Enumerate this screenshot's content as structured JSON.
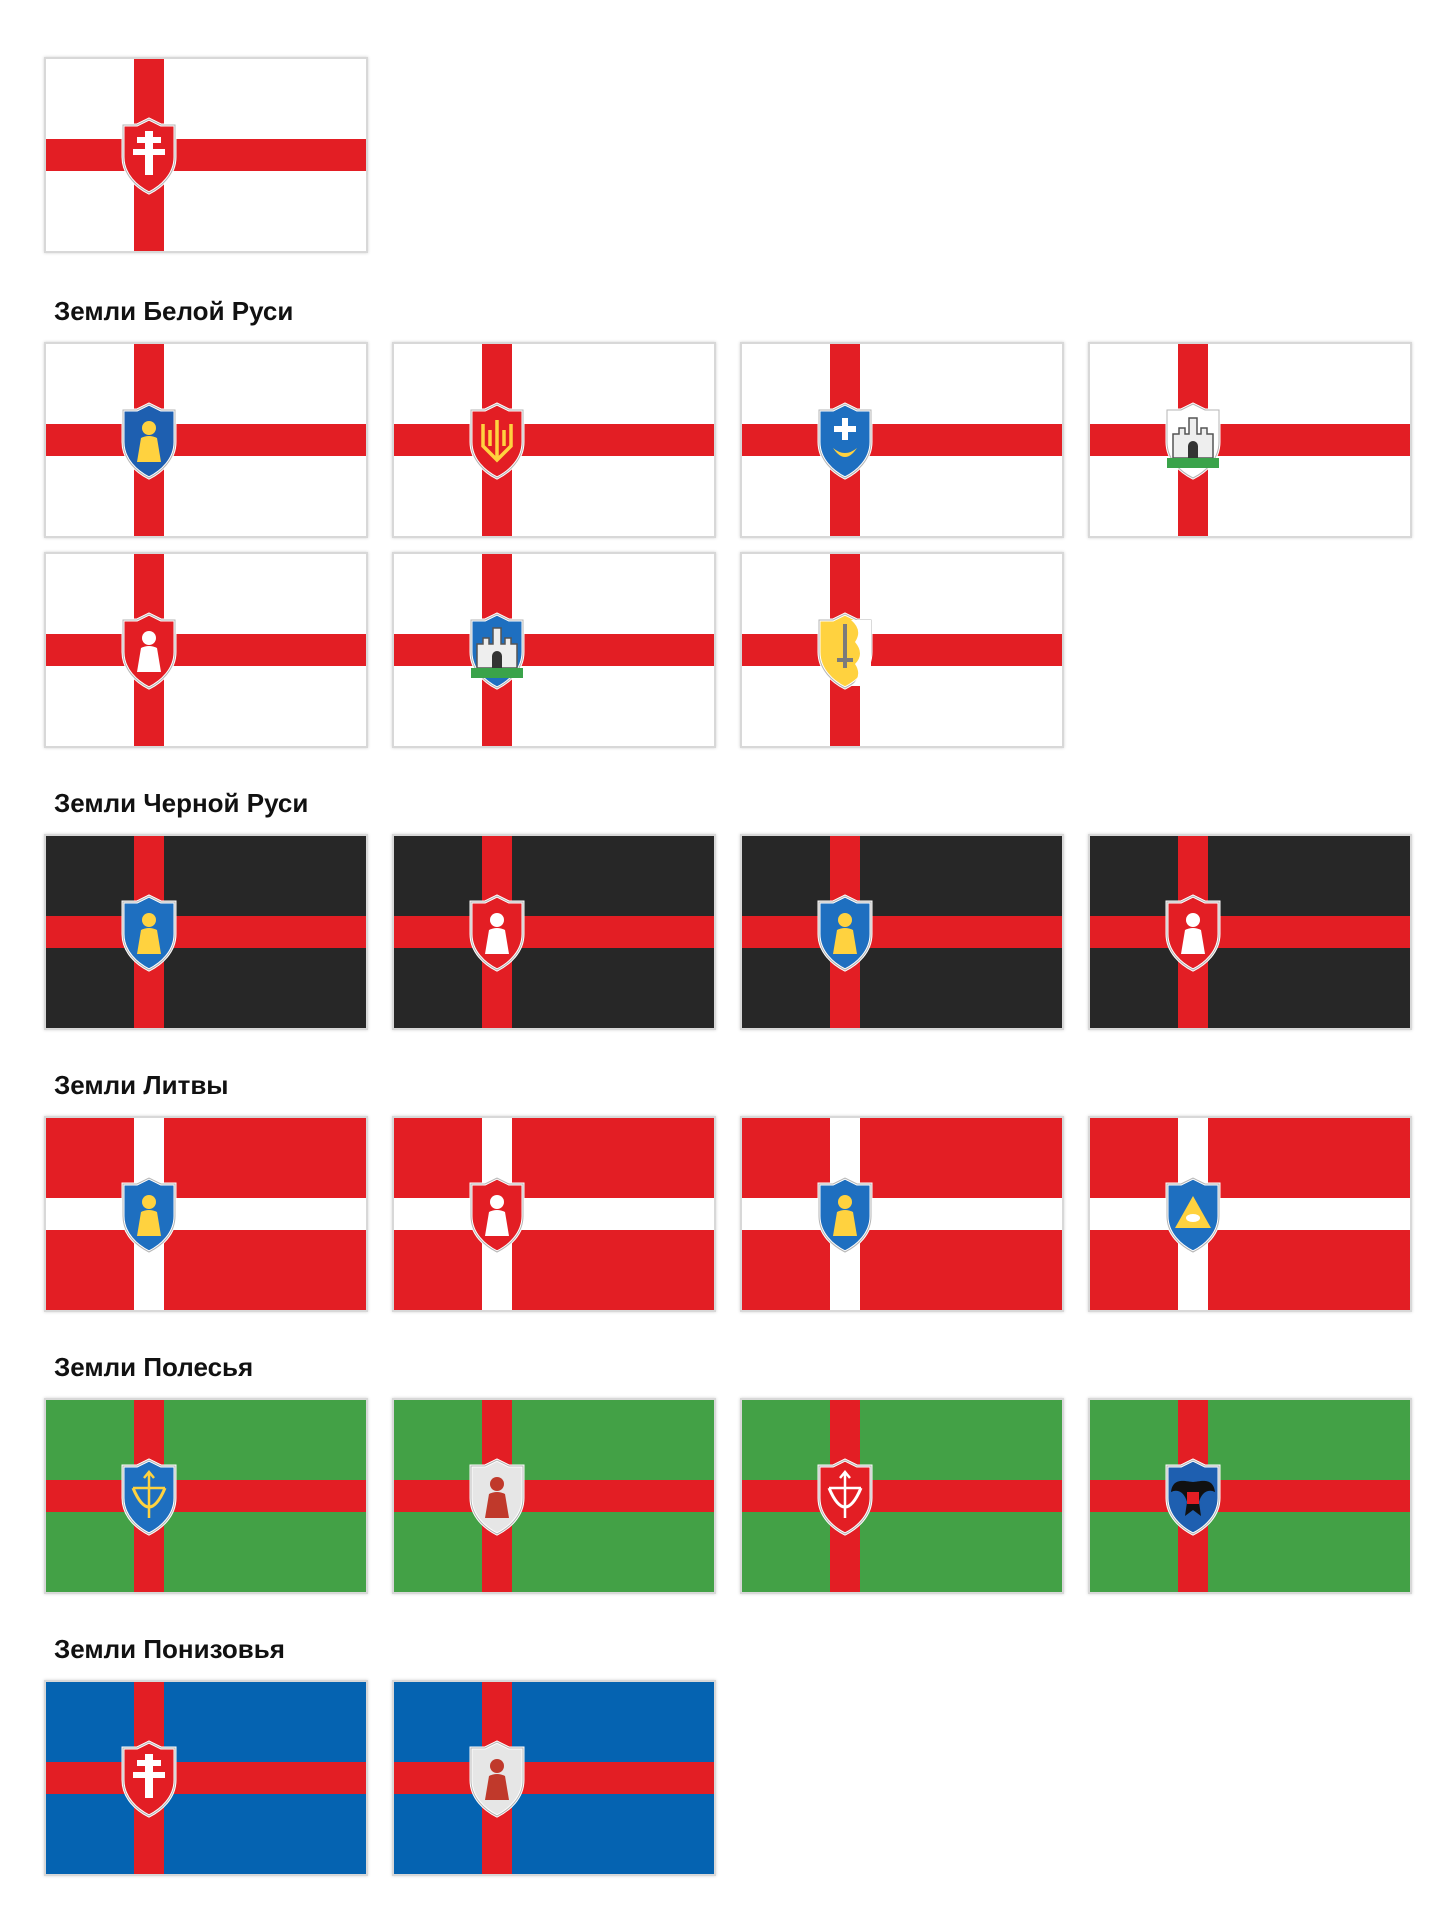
{
  "colors": {
    "white": "#ffffff",
    "red": "#e31e24",
    "black": "#272727",
    "green": "#43a146",
    "blue": "#0563b1"
  },
  "main_flag": {
    "field": "white",
    "cross": "red",
    "emblem_bg": "#e31e24",
    "emblem_icon": "double-cross-icon"
  },
  "sections": [
    {
      "title": "Земли Белой Руси",
      "field": "white",
      "cross": "red",
      "flags": [
        {
          "emblem_bg": "#1e5fb0",
          "emblem_icon": "saint-head-icon"
        },
        {
          "emblem_bg": "#e31e24",
          "emblem_icon": "trident-icon"
        },
        {
          "emblem_bg": "#1e6fc0",
          "emblem_icon": "cross-crescent-icon"
        },
        {
          "emblem_bg": "#ffffff",
          "emblem_icon": "castle-saint-icon"
        },
        {
          "emblem_bg": "#e31e24",
          "emblem_icon": "lion-spear-icon"
        },
        {
          "emblem_bg": "#1e6fc0",
          "emblem_icon": "castle-gate-icon"
        },
        {
          "emblem_bg": "#ffd23f",
          "emblem_icon": "sword-icon"
        }
      ]
    },
    {
      "title": "Земли Черной Руси",
      "field": "black",
      "cross": "red",
      "flags": [
        {
          "emblem_bg": "#1e6fc0",
          "emblem_icon": "lion-icon"
        },
        {
          "emblem_bg": "#e31e24",
          "emblem_icon": "archangel-icon"
        },
        {
          "emblem_bg": "#1e6fc0",
          "emblem_icon": "madonna-icon"
        },
        {
          "emblem_bg": "#e31e24",
          "emblem_icon": "horseman-icon"
        }
      ]
    },
    {
      "title": "Земли Литвы",
      "field": "red",
      "cross": "white",
      "flags": [
        {
          "emblem_bg": "#1e6fc0",
          "emblem_icon": "deer-icon"
        },
        {
          "emblem_bg": "#e31e24",
          "emblem_icon": "lion-keys-icon"
        },
        {
          "emblem_bg": "#1e6fc0",
          "emblem_icon": "centaur-icon"
        },
        {
          "emblem_bg": "#1e6fc0",
          "emblem_icon": "all-seeing-eye-icon"
        }
      ]
    },
    {
      "title": "Земли Полесья",
      "field": "green",
      "cross": "red",
      "flags": [
        {
          "emblem_bg": "#1e6fc0",
          "emblem_icon": "bow-arrow-icon"
        },
        {
          "emblem_bg": "#e6e6e6",
          "emblem_icon": "saints-icon"
        },
        {
          "emblem_bg": "#e31e24",
          "emblem_icon": "bow-arrow-icon"
        },
        {
          "emblem_bg": "#1e5fb0",
          "emblem_icon": "eagle-icon"
        }
      ]
    },
    {
      "title": "Земли Понизовья",
      "field": "blue",
      "cross": "red",
      "flags": [
        {
          "emblem_bg": "#e31e24",
          "emblem_icon": "maltese-cross-icon"
        },
        {
          "emblem_bg": "#e6e6e6",
          "emblem_icon": "banner-horseman-icon"
        }
      ]
    }
  ]
}
